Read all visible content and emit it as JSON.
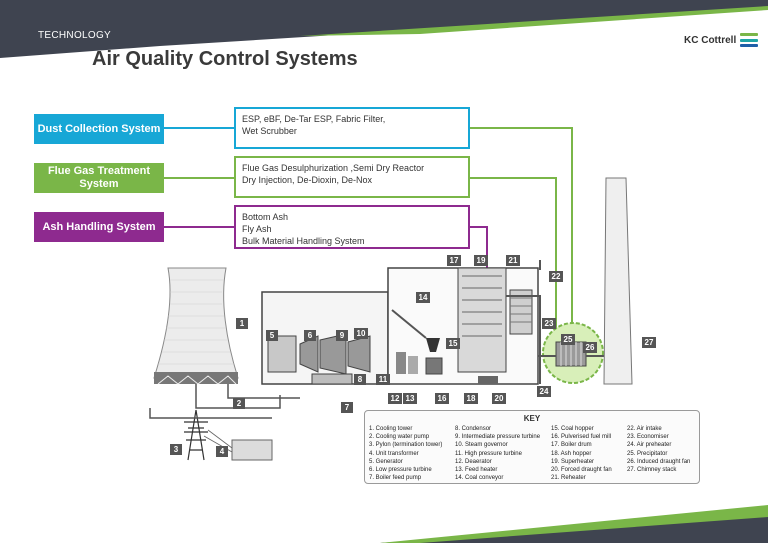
{
  "header": {
    "section": "TECHNOLOGY",
    "title": "Air Quality Control Systems",
    "logo_text": "KC Cottrell"
  },
  "colors": {
    "dark_band": "#3f4450",
    "green": "#7ab648",
    "blue": "#17a7d6",
    "purple": "#8e2a8f",
    "logo_blue": "#1f5fa8",
    "logo_teal": "#1fa5a5",
    "logo_green": "#7ab648"
  },
  "systems": [
    {
      "label": "Dust Collection System",
      "lines": [
        "ESP, eBF, De-Tar ESP, Fabric Filter,",
        "Wet Scrubber"
      ]
    },
    {
      "label": "Flue Gas Treatment System",
      "lines": [
        "Flue Gas Desulphurization ,Semi Dry Reactor",
        "Dry Injection, De-Dioxin, De-Nox"
      ]
    },
    {
      "label": "Ash Handling System",
      "lines": [
        "Bottom Ash",
        "Fly Ash",
        "Bulk Material Handling System"
      ]
    }
  ],
  "diagram": {
    "markers": [
      "1",
      "2",
      "3",
      "4",
      "5",
      "6",
      "7",
      "8",
      "9",
      "10",
      "11",
      "12",
      "13",
      "14",
      "15",
      "16",
      "17",
      "18",
      "19",
      "20",
      "21",
      "22",
      "23",
      "24",
      "25",
      "26",
      "27"
    ]
  },
  "key": {
    "title": "KEY",
    "columns": [
      [
        "1. Cooling tower",
        "2. Cooling water pump",
        "3. Pylon (termination tower)",
        "4. Unit transformer",
        "5. Generator",
        "6. Low pressure turbine",
        "7. Boiler feed pump"
      ],
      [
        "8. Condensor",
        "9. Intermediate pressure turbine",
        "10. Steam governor",
        "11. High pressure turbine",
        "12. Deaerator",
        "13. Feed heater",
        "14. Coal conveyor"
      ],
      [
        "15. Coal hopper",
        "16. Pulverised fuel mill",
        "17. Boiler drum",
        "18. Ash hopper",
        "19. Superheater",
        "20. Forced draught fan",
        "21. Reheater"
      ],
      [
        "22. Air intake",
        "23. Economiser",
        "24. Air preheater",
        "25. Precipitator",
        "26. Induced draught fan",
        "27. Chimney stack"
      ]
    ]
  }
}
